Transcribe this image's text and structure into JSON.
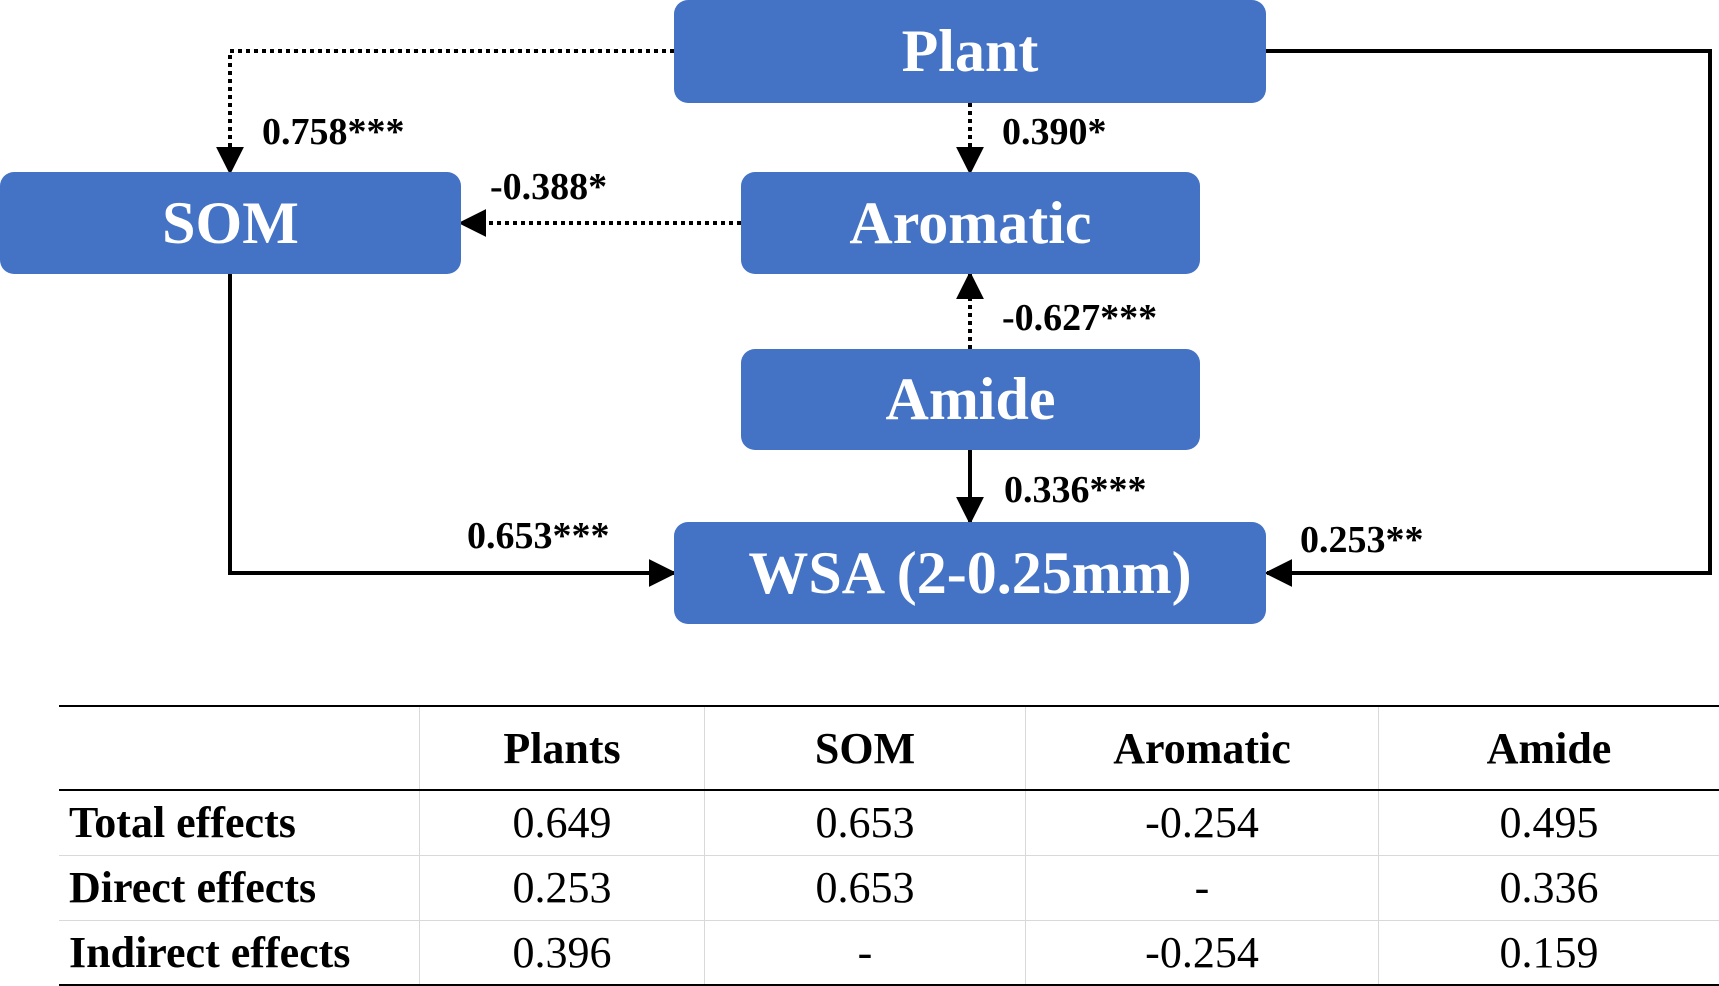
{
  "nodes": {
    "plant": "Plant",
    "som": "SOM",
    "aromatic": "Aromatic",
    "amide": "Amide",
    "wsa": "WSA (2-0.25mm)"
  },
  "paths": {
    "plant_som": "0.758***",
    "plant_aromatic": "0.390*",
    "aromatic_som": "-0.388*",
    "amide_aromatic": "-0.627***",
    "amide_wsa": "0.336***",
    "som_wsa": "0.653***",
    "plant_wsa": "0.253**"
  },
  "table": {
    "headers": [
      "",
      "Plants",
      "SOM",
      "Aromatic",
      "Amide"
    ],
    "rows": [
      [
        "Total effects",
        "0.649",
        "0.653",
        "-0.254",
        "0.495"
      ],
      [
        "Direct effects",
        "0.253",
        "0.653",
        "-",
        "0.336"
      ],
      [
        "Indirect effects",
        "0.396",
        "-",
        "-0.254",
        "0.159"
      ]
    ]
  },
  "colors": {
    "node_fill": "#4472c4",
    "node_text": "#ffffff",
    "line": "#000000"
  }
}
